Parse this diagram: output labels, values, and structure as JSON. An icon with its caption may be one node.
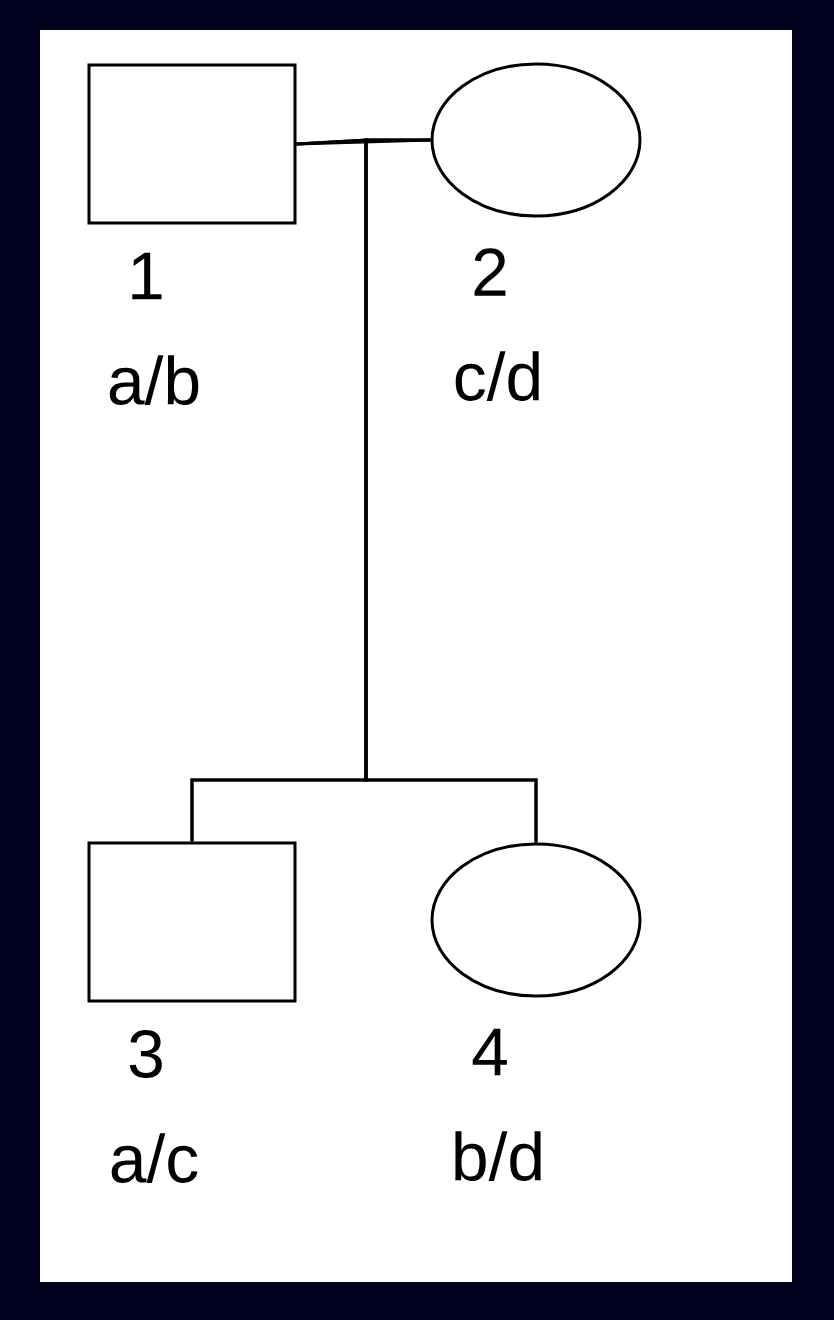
{
  "diagram": {
    "nodes": [
      {
        "text": [],
        "shape": "box",
        "beside": [
          "1",
          "a/b"
        ]
      },
      {
        "text": [],
        "shape": "circle",
        "beside": [
          "2",
          "c/d"
        ]
      },
      {
        "text": [],
        "shape": "box",
        "beside": [
          "3",
          "a/c"
        ]
      },
      {
        "text": [],
        "shape": "circle",
        "beside": [
          "4",
          "b/d"
        ]
      }
    ],
    "edges": [
      {
        "from": 0,
        "to": 1,
        "arrow": "none"
      },
      {
        "from": 0,
        "to": 2,
        "arrow": "none"
      },
      {
        "from": 1,
        "to": 2,
        "arrow": "none"
      },
      {
        "from": 0,
        "to": 3,
        "arrow": "none"
      },
      {
        "from": 1,
        "to": 3,
        "arrow": "none"
      }
    ]
  }
}
